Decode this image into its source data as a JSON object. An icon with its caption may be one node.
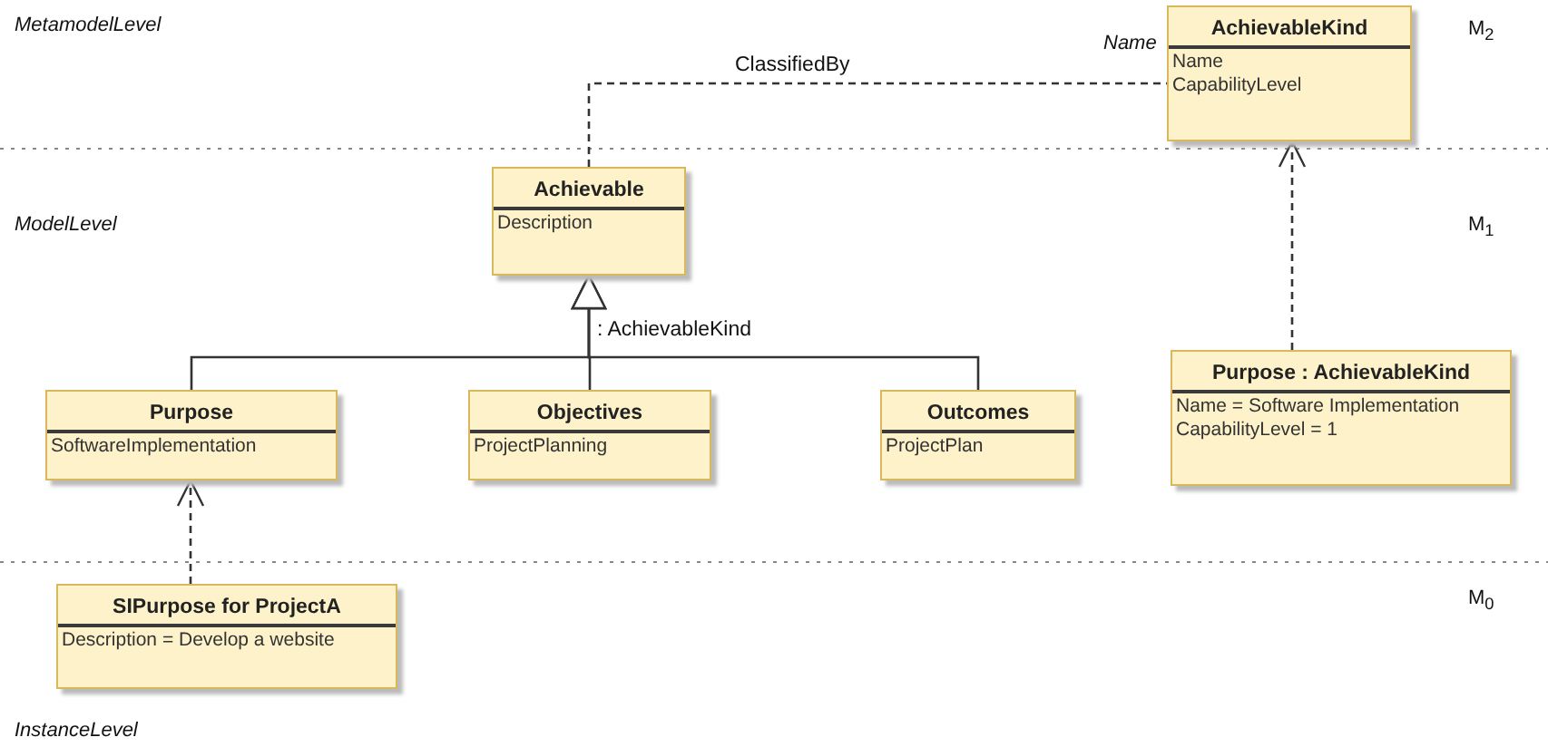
{
  "diagram": {
    "nodes": [
      {
        "text": [
          "AchievableKind",
          "Name",
          "CapabilityLevel"
        ]
      },
      {
        "text": [
          "Achievable",
          "Description"
        ]
      },
      {
        "text": [
          "Purpose",
          "SoftwareImplementation"
        ]
      },
      {
        "text": [
          "Objectives",
          "ProjectPlanning"
        ]
      },
      {
        "text": [
          "Outcomes",
          "ProjectPlan"
        ]
      },
      {
        "text": [
          "Purpose : AchievableKind",
          "Name = Software Implementation",
          "CapabilityLevel = 1"
        ]
      },
      {
        "text": [
          "SIPurpose for ProjectA",
          "Description = Develop a website"
        ]
      }
    ],
    "edges": [
      {
        "from": 1,
        "to": 0,
        "arrow": "none",
        "style": "dashed",
        "label": "ClassifiedBy"
      },
      {
        "from": 2,
        "to": 1,
        "arrow": "to"
      },
      {
        "from": 3,
        "to": 1,
        "arrow": "to",
        "label": ": AchievableKind"
      },
      {
        "from": 4,
        "to": 1,
        "arrow": "to"
      },
      {
        "from": 5,
        "to": 0,
        "arrow": "to",
        "style": "dashed"
      },
      {
        "from": 6,
        "to": 2,
        "arrow": "to",
        "style": "dashed"
      }
    ],
    "labels": [
      "MetamodelLevel",
      "Name",
      "M$_{2}$",
      "ModelLevel",
      "M$_{1}$",
      "M$_{0}$",
      "InstanceLevel"
    ]
  }
}
